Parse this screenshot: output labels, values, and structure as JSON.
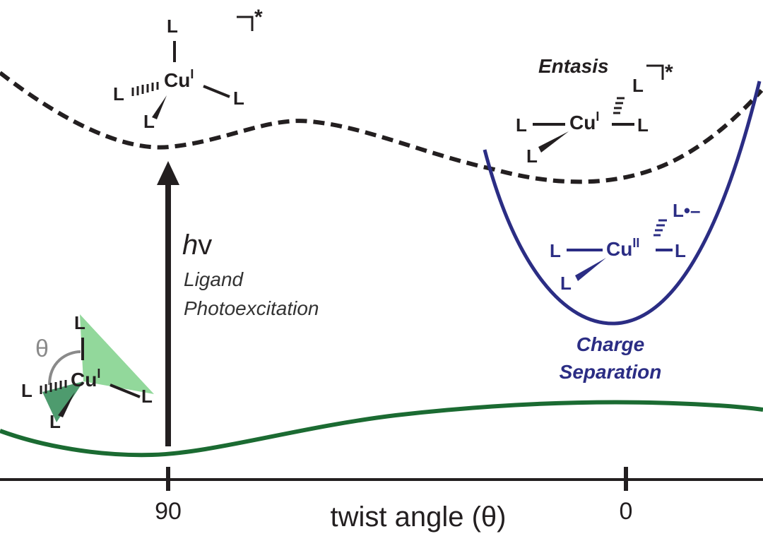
{
  "colors": {
    "black": "#231f20",
    "excited_dashed": "#231f20",
    "ground_curve": "#1b6b32",
    "charge_separation": "#2b2d84",
    "theta_arc": "#8a8a8a",
    "triangle_light": "#7fd18a",
    "triangle_dark": "#2f8a55"
  },
  "axis": {
    "label": "twist angle (θ)",
    "tick_90": "90",
    "tick_0": "0"
  },
  "excitation": {
    "hv_h": "h",
    "hv_v": "v",
    "line1": "Ligand",
    "line2": "Photoexcitation"
  },
  "complex_top": {
    "L": "L",
    "metal": "Cu",
    "oxidation": "I",
    "excited_mark": "*"
  },
  "entasis": {
    "title": "Entasis",
    "L": "L",
    "metal": "Cu",
    "oxidation": "I",
    "excited_mark": "*"
  },
  "charge_sep": {
    "line1": "Charge",
    "line2": "Separation",
    "L": "L",
    "L_radical": "L•–",
    "metal": "Cu",
    "oxidation": "II"
  },
  "ground_complex": {
    "theta": "θ",
    "L": "L",
    "metal": "Cu",
    "oxidation": "I"
  }
}
